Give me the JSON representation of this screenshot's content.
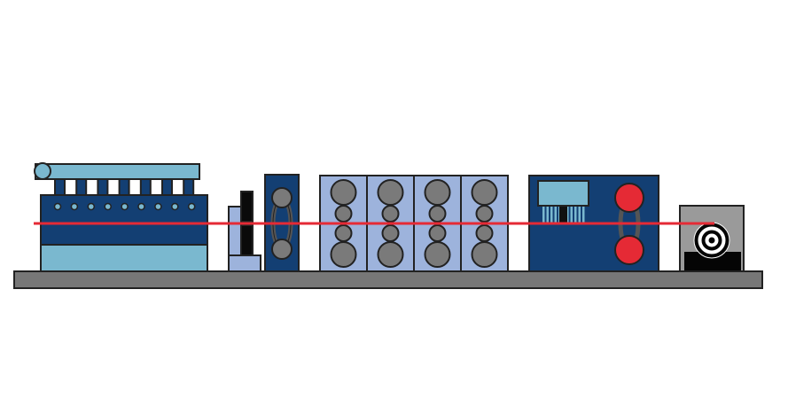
{
  "diagram": {
    "type": "hot rolling mill line",
    "colors": {
      "dark_blue": "#133f73",
      "light_blue": "#7ab8cf",
      "pale_blue": "#9db3dc",
      "roll_gray": "#7a7a7a",
      "base_gray": "#777777",
      "strip_red": "#e52a35",
      "coiler_gray": "#9a9a9a",
      "outline": "#222222"
    },
    "components": [
      "reheating-furnace",
      "scale-breaker",
      "roughing-stand",
      "finishing-stands",
      "cooling-and-pinch-rolls",
      "coiler"
    ],
    "finishing_stand_count": 4,
    "furnace_port_count": 9
  }
}
